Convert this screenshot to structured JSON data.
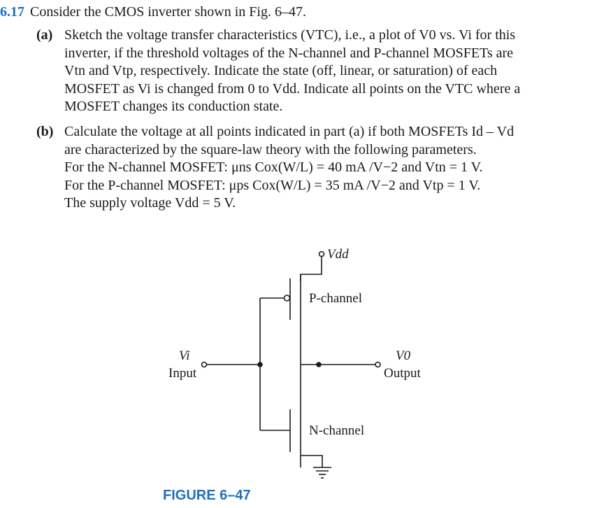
{
  "problem": {
    "number": "6.17",
    "stem": "Consider the CMOS inverter shown in Fig. 6–47."
  },
  "part_a": {
    "label": "(a)",
    "lines": [
      "Sketch the voltage transfer characteristics (VTC), i.e., a plot of V0 vs. Vi for this",
      "inverter, if the threshold voltages of the N-channel and P-channel MOSFETs are",
      "Vtn and Vtp, respectively. Indicate the state (off, linear, or saturation) of each",
      "MOSFET as Vi is changed from 0 to Vdd. Indicate all points on the VTC where a",
      "MOSFET changes its conduction state."
    ]
  },
  "part_b": {
    "label": "(b)",
    "lines": [
      "Calculate the voltage at all points indicated in part (a) if both MOSFETs Id – Vd",
      "are characterized by the square-law theory with the following parameters.",
      "For the N-channel MOSFET: μns Cox(W/L) = 40 mA /V−2 and Vtn = 1 V.",
      "For the P-channel MOSFET: μps Cox(W/L) = 35 mA /V−2 and Vtp = 1 V.",
      "The supply voltage Vdd = 5 V."
    ]
  },
  "figure": {
    "vdd_label": "Vdd",
    "input_symbol": "Vi",
    "input_label": "Input",
    "output_symbol": "V0",
    "output_label": "Output",
    "pmos_label": "P-channel",
    "nmos_label": "N-channel",
    "caption": "FIGURE 6–47"
  }
}
